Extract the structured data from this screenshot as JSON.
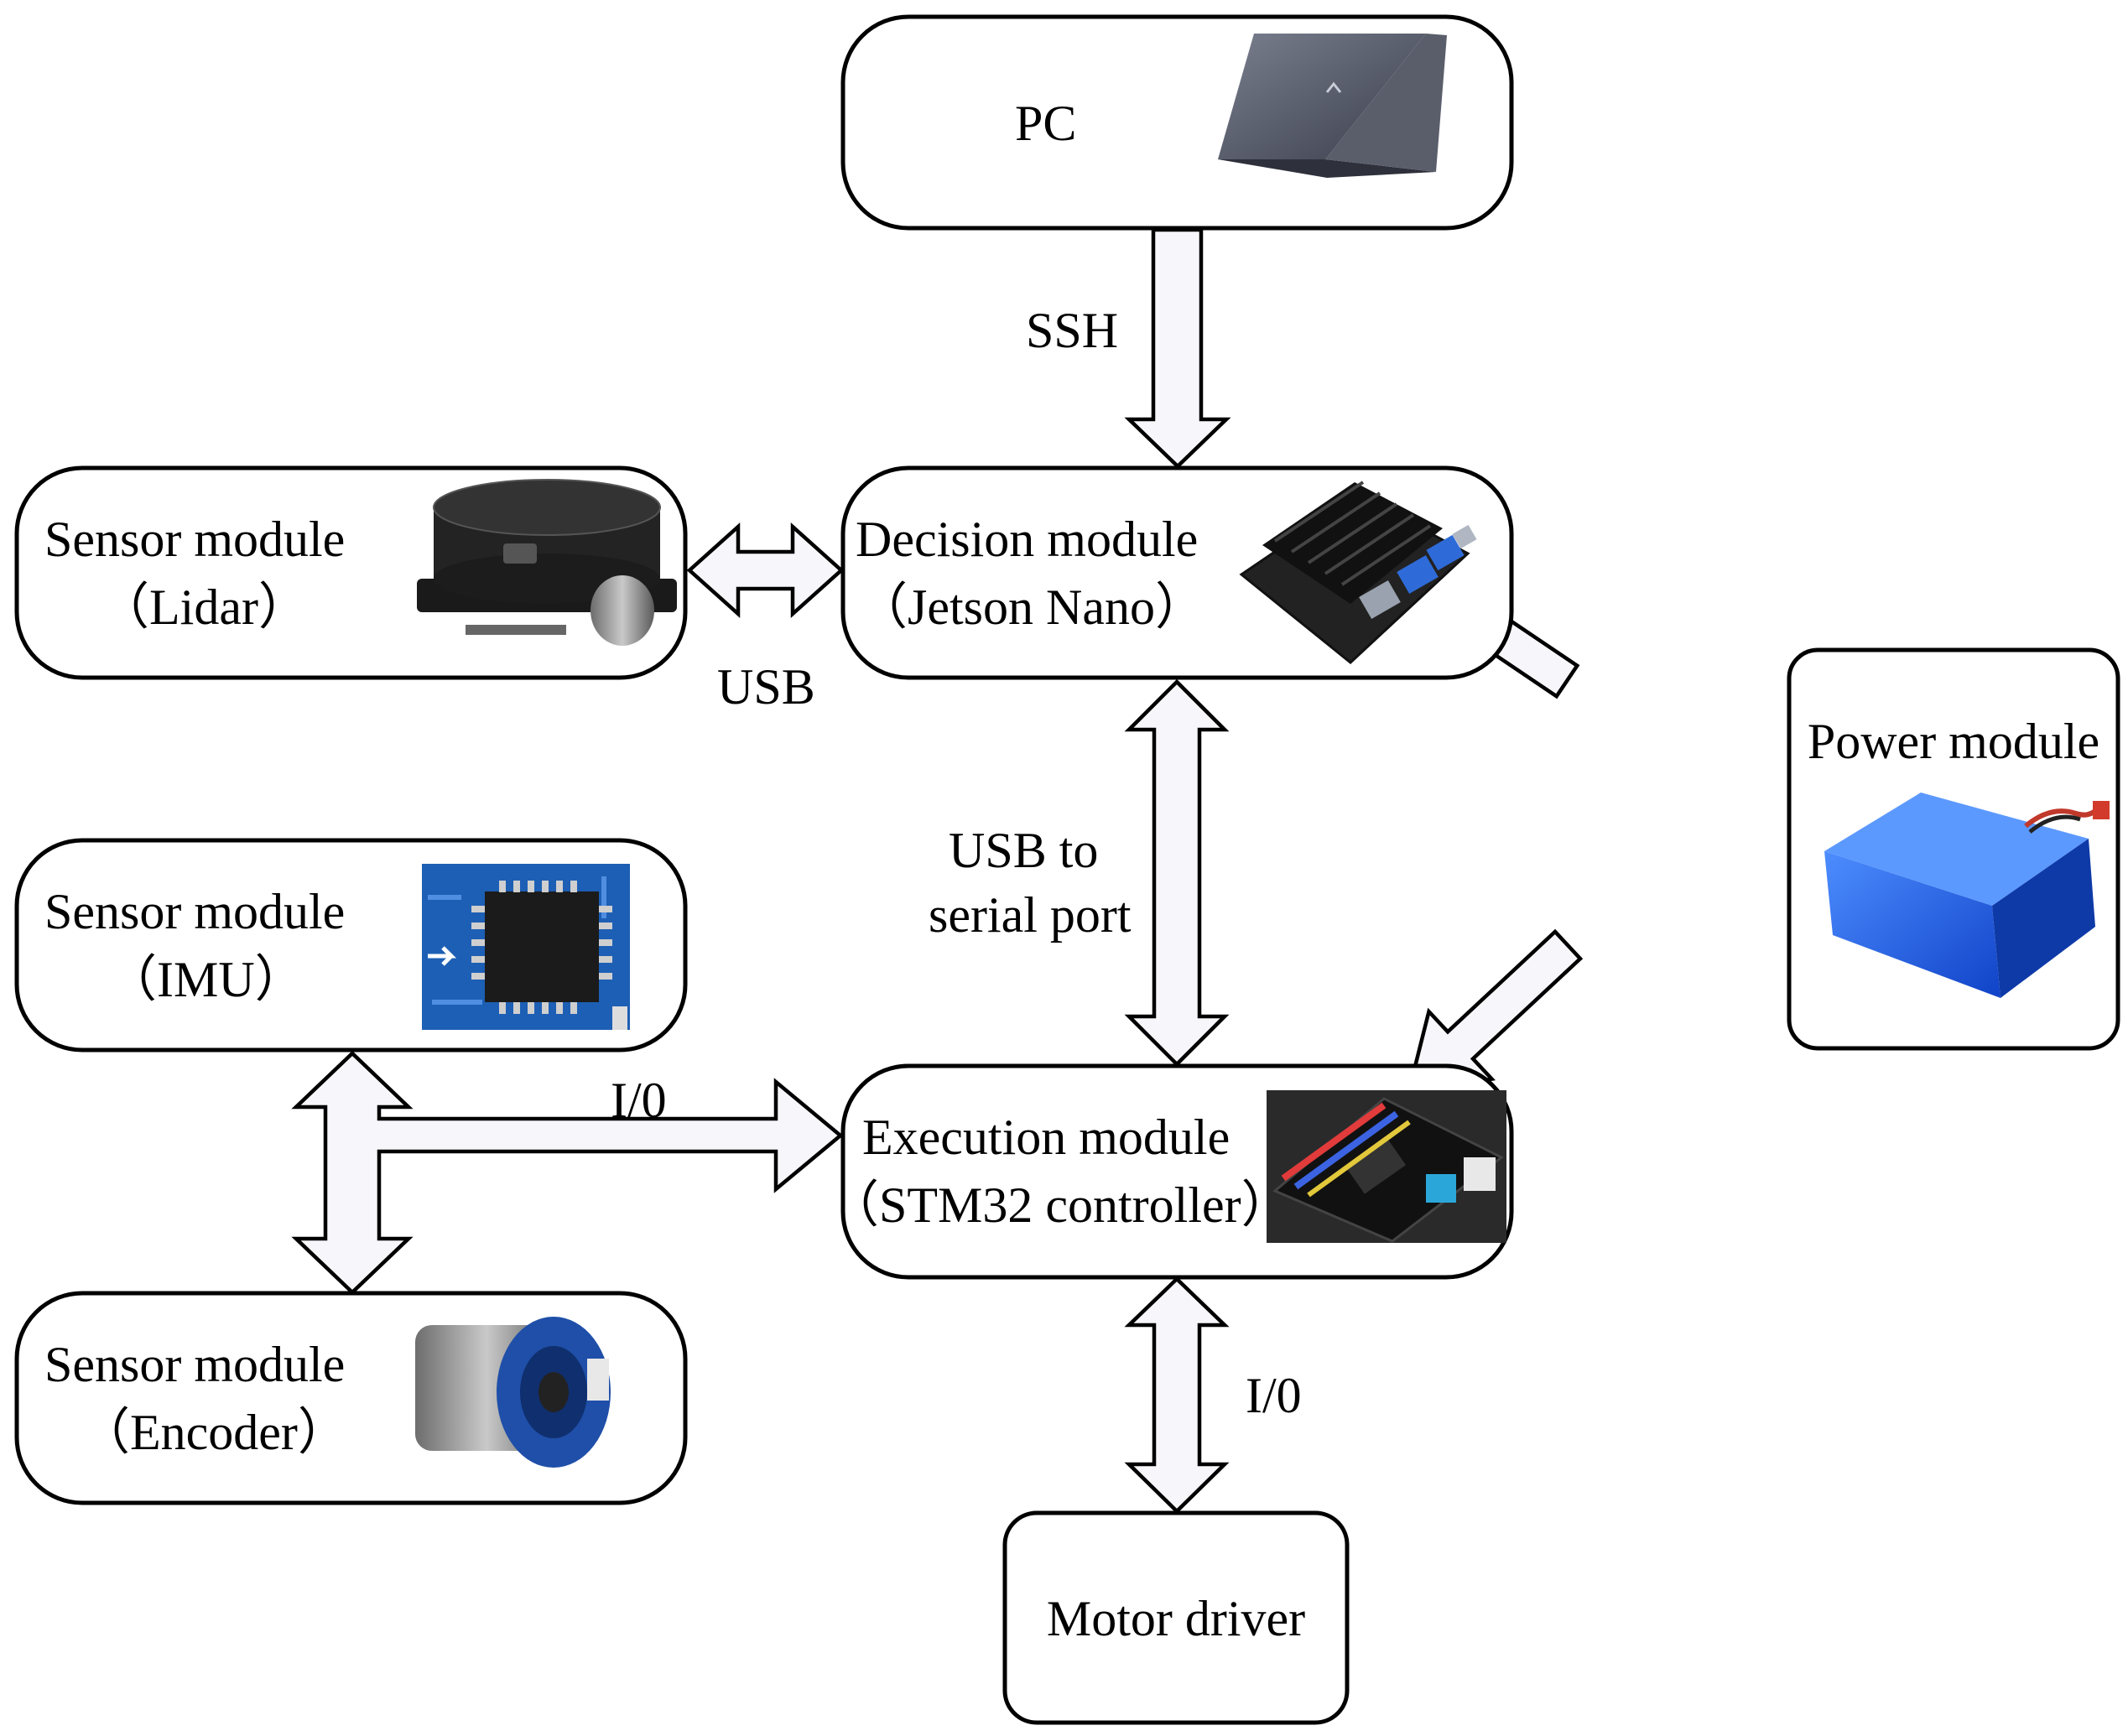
{
  "modules": {
    "pc": {
      "label": "PC"
    },
    "decision": {
      "line1": "Decision module",
      "line2": "（Jetson Nano）"
    },
    "lidar": {
      "line1": "Sensor module",
      "line2": "（Lidar）"
    },
    "imu": {
      "line1": "Sensor module",
      "line2": "（IMU）"
    },
    "encoder": {
      "line1": "Sensor module",
      "line2": "（Encoder）"
    },
    "execution": {
      "line1": "Execution module",
      "line2": "（STM32 controller）"
    },
    "motor": {
      "label": "Motor driver"
    },
    "power": {
      "label": "Power module"
    }
  },
  "links": {
    "ssh": "SSH",
    "usb": "USB",
    "usb_serial_1": "USB to",
    "usb_serial_2": "serial port",
    "io_sensors": "I/0",
    "io_motor": "I/0"
  },
  "icons": {
    "pc": "laptop-icon",
    "decision": "jetson-nano-board-icon",
    "lidar": "lidar-sensor-icon",
    "imu": "imu-chip-icon",
    "encoder": "encoder-motor-icon",
    "execution": "stm32-board-icon",
    "power": "battery-pack-icon"
  }
}
